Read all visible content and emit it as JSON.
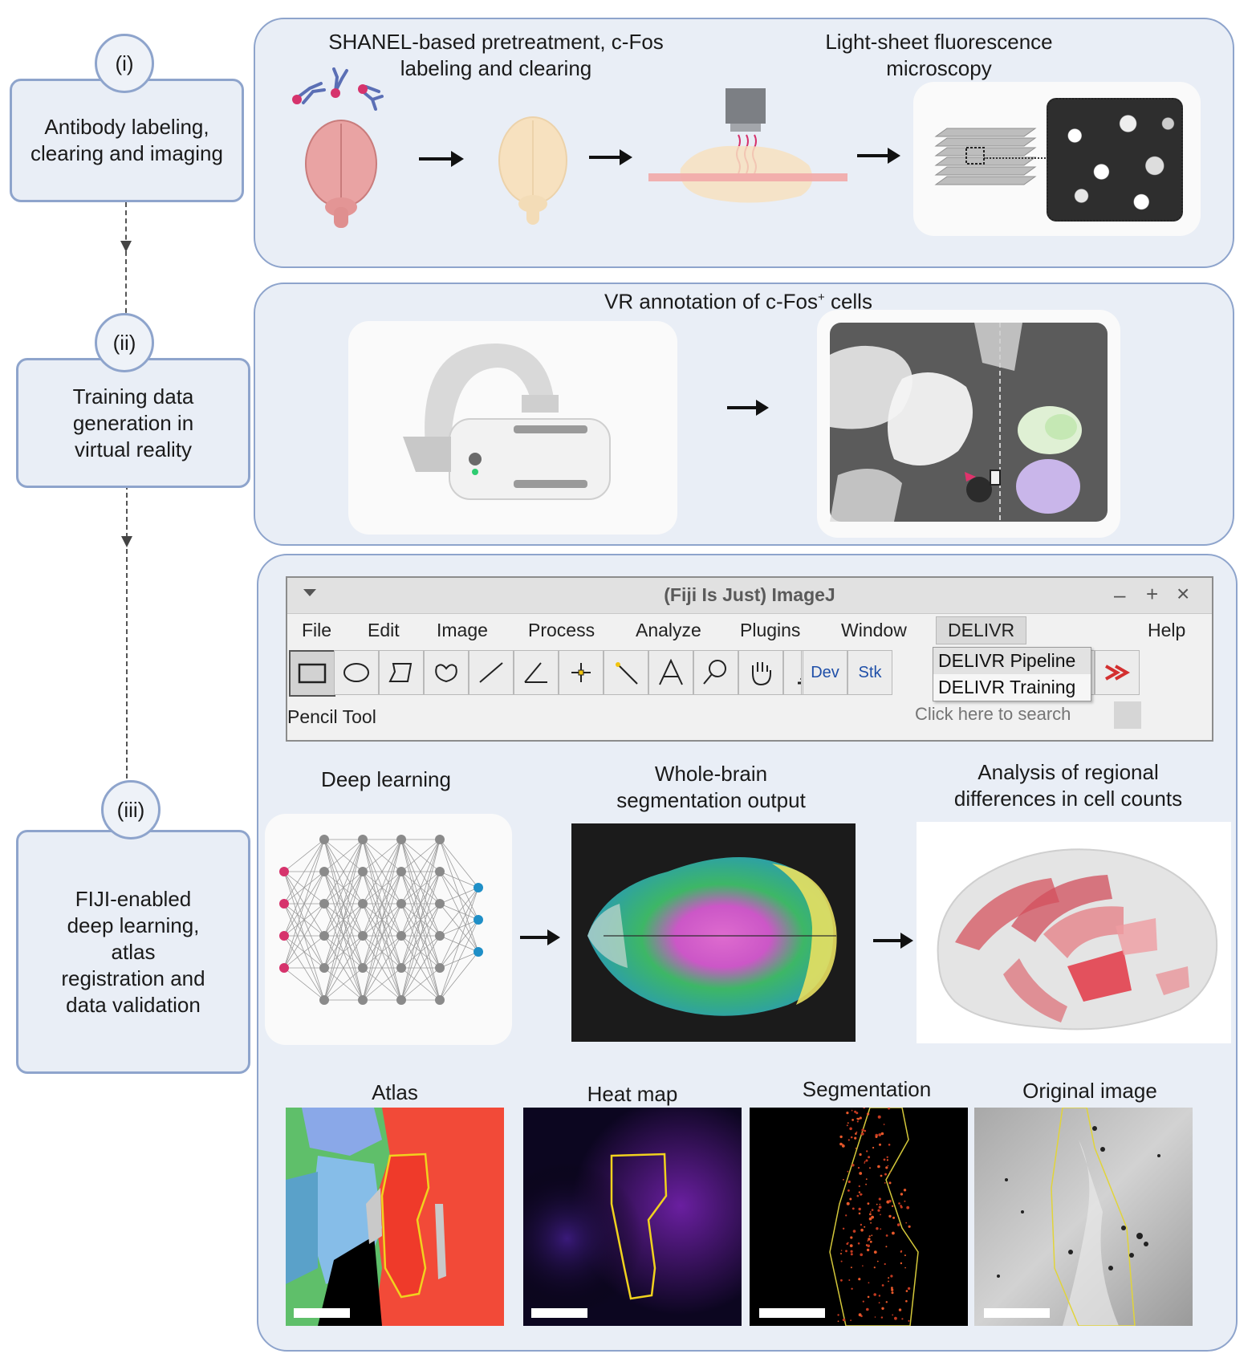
{
  "steps": [
    {
      "num": "(i)",
      "text": "Antibody labeling, clearing and imaging"
    },
    {
      "num": "(ii)",
      "text": "Training data generation in virtual reality"
    },
    {
      "num": "(iii)",
      "text": "FIJI-enabled deep learning, atlas registration and data validation"
    }
  ],
  "panel1": {
    "title_left": "SHANEL-based pretreatment, c-Fos labeling and clearing",
    "title_right": "Light-sheet fluorescence microscopy"
  },
  "panel2": {
    "title": "VR annotation of c-Fos",
    "title_sup": "+",
    "title_end": " cells"
  },
  "fiji": {
    "window_title": "(Fiji Is Just) ImageJ",
    "window_controls": [
      "–",
      "+",
      "×"
    ],
    "menu": [
      "File",
      "Edit",
      "Image",
      "Process",
      "Analyze",
      "Plugins",
      "Window",
      "DELIVR",
      "Help"
    ],
    "tool_dev": "Dev",
    "tool_stk": "Stk",
    "dropdown": [
      "DELIVR Pipeline",
      "DELIVR Training"
    ],
    "status": "Pencil Tool",
    "search_placeholder": "Click here to search"
  },
  "panel3": {
    "deep_learning": "Deep learning",
    "segmentation_output": "Whole-brain segmentation output",
    "analysis": "Analysis of regional differences in cell counts",
    "thumbs": [
      "Atlas",
      "Heat map",
      "Segmentation",
      "Original image"
    ]
  },
  "colors": {
    "panel_bg": "#e9eef6",
    "panel_border": "#8ea4cc",
    "input_node": "#d6336c",
    "output_node": "#1f8fc7",
    "hidden_node": "#8a8a8a"
  }
}
